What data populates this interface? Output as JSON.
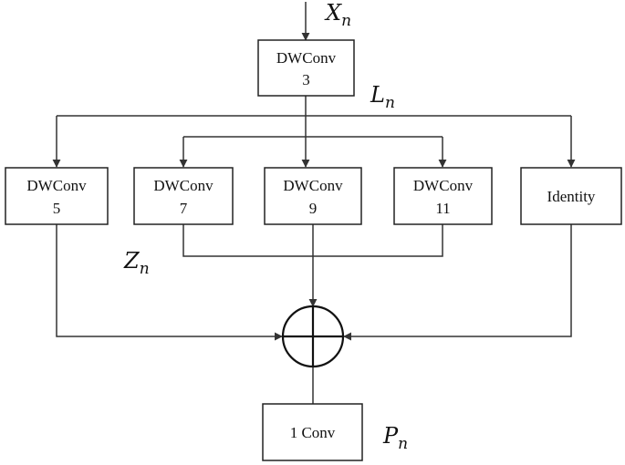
{
  "nodes": [
    {
      "id": "dwconv3",
      "lines": [
        "DWConv",
        "3"
      ]
    },
    {
      "id": "dwconv5",
      "lines": [
        "DWConv",
        "5"
      ]
    },
    {
      "id": "dwconv7",
      "lines": [
        "DWConv",
        "7"
      ]
    },
    {
      "id": "dwconv9",
      "lines": [
        "DWConv",
        "9"
      ]
    },
    {
      "id": "dwconv11",
      "lines": [
        "DWConv",
        "11"
      ]
    },
    {
      "id": "identity",
      "lines": [
        "Identity"
      ]
    },
    {
      "id": "conv1",
      "lines": [
        "1 Conv"
      ]
    }
  ],
  "variables": {
    "input": {
      "base": "X",
      "sub": "n"
    },
    "local": {
      "base": "L",
      "sub": "n"
    },
    "mid": {
      "base": "Z",
      "sub": "n"
    },
    "output": {
      "base": "P",
      "sub": "n"
    }
  },
  "colors": {
    "stroke": "#222222",
    "text": "#111111",
    "background": "#ffffff"
  }
}
